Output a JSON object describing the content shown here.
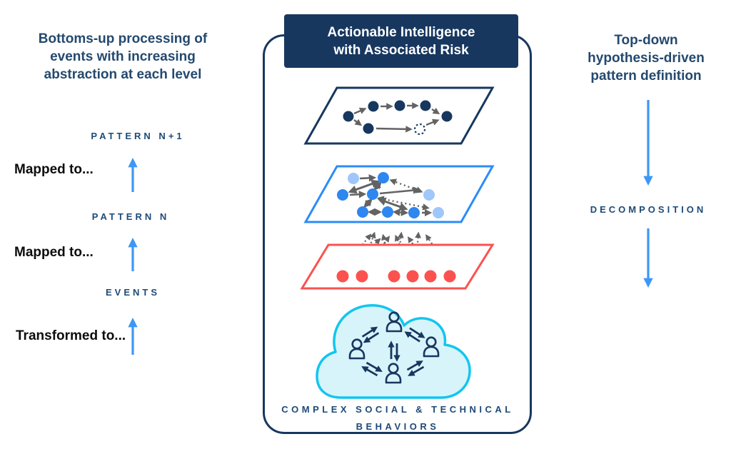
{
  "diagram": {
    "left_panel": {
      "heading_lines": [
        "Bottoms-up processing of",
        "events with increasing",
        "abstraction at each level"
      ],
      "pattern_n_plus_1_label": "PATTERN N+1",
      "mapped_to_upper_label": "Mapped to...",
      "pattern_n_label": "PATTERN N",
      "mapped_to_lower_label": "Mapped to...",
      "events_label": "EVENTS",
      "transformed_to_label": "Transformed to..."
    },
    "center_panel": {
      "title_lines": [
        "Actionable Intelligence",
        "with Associated Risk"
      ],
      "caption_lines": [
        "COMPLEX SOCIAL & TECHNICAL",
        "BEHAVIORS"
      ],
      "layers": [
        {
          "name": "pattern-n-plus-1-layer",
          "outline_color": "#17375f",
          "node_color": "#17375f"
        },
        {
          "name": "pattern-n-layer",
          "outline_color": "#2b8cf7",
          "node_color": "#2e86f0",
          "secondary_node_color": "#9fc7fa"
        },
        {
          "name": "events-layer",
          "outline_color": "#fb5250",
          "node_color": "#fb5250"
        }
      ],
      "icons": [
        "cloud-icon",
        "person-icon",
        "exchange-arrows-icon",
        "dashed-node-icon"
      ]
    },
    "right_panel": {
      "heading_lines": [
        "Top-down",
        "hypothesis-driven",
        "pattern definition"
      ],
      "decomposition_label": "DECOMPOSITION"
    },
    "colors": {
      "navy": "#17375f",
      "heading_text": "#24496f",
      "bright_blue_arrow": "#3d97f6",
      "layer_blue": "#2b8cf7",
      "node_blue": "#2e86f0",
      "node_light_blue": "#9fc7fa",
      "red": "#fb5250",
      "arrow_gray": "#636363",
      "cloud_fill": "#d8f4fb",
      "cloud_stroke": "#12c6ef",
      "title_text": "#ffffff"
    }
  }
}
